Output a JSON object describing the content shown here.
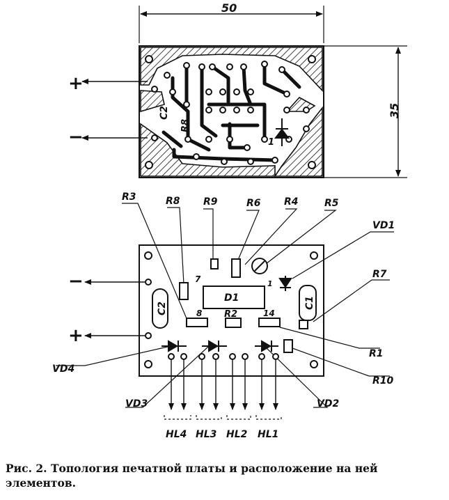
{
  "pcb": {
    "width_dim": "50",
    "height_dim": "35",
    "plus": "+",
    "minus": "−",
    "label_c2": "C2",
    "label_r8": "R8",
    "label_1": "1"
  },
  "layout": {
    "top_labels": [
      "R3",
      "R8",
      "R9",
      "R6",
      "R4",
      "R5",
      "VD1"
    ],
    "right_labels": [
      "R7",
      "R1",
      "R10"
    ],
    "bottom_labels": [
      "VD4",
      "VD3",
      "VD2"
    ],
    "hl_labels": [
      "HL4",
      "HL3",
      "HL2",
      "HL1"
    ],
    "chip": "D1",
    "c1": "C1",
    "c2": "C2",
    "r2": "R2",
    "pin_7": "7",
    "pin_1": "1",
    "pin_8": "8",
    "pin_14": "14",
    "plus": "+",
    "minus": "−"
  },
  "caption": "Рис. 2. Топология печатной платы и расположение на ней элементов."
}
